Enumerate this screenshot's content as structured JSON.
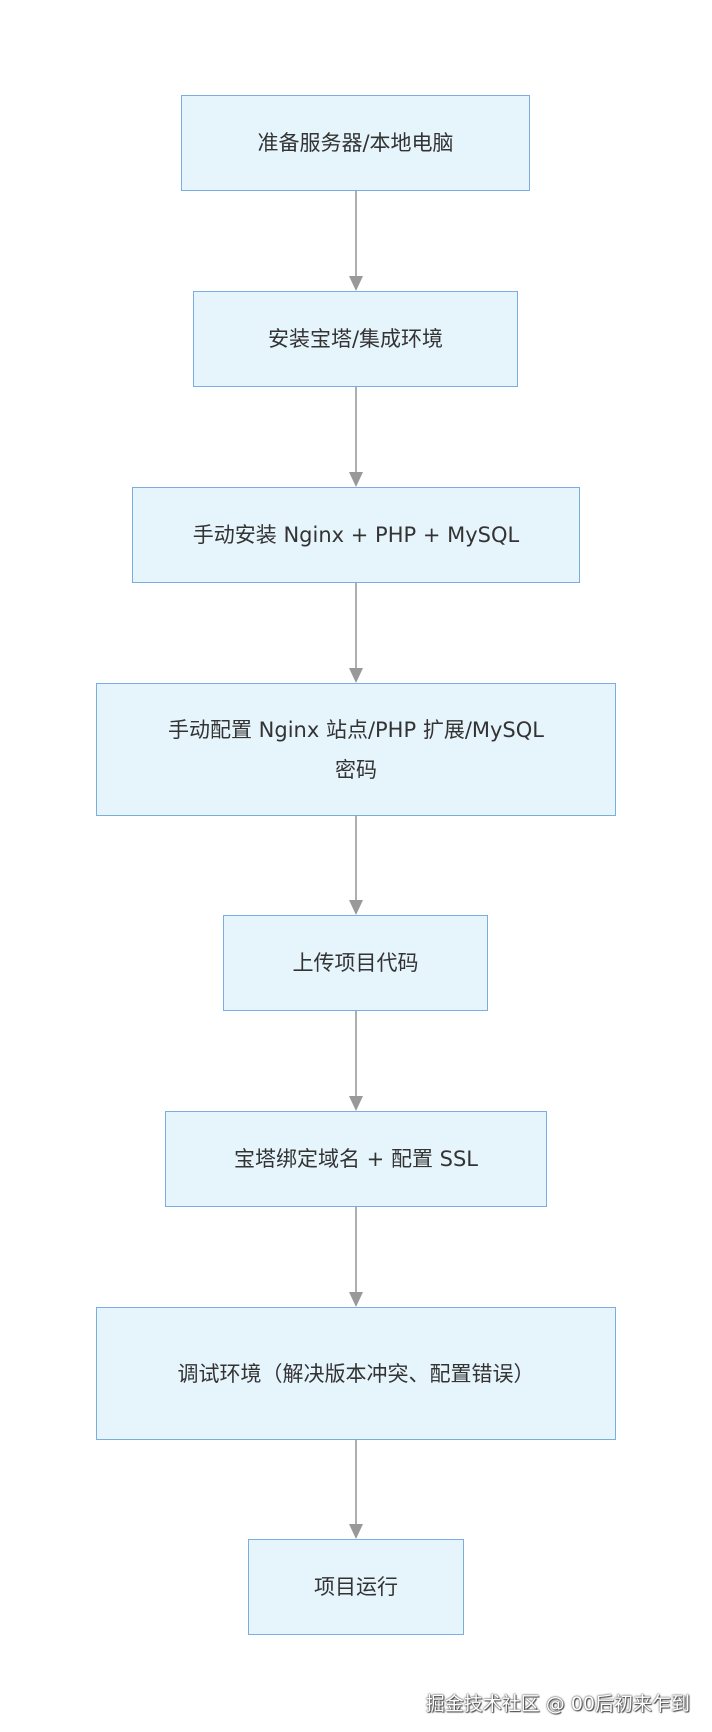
{
  "flowchart": {
    "nodes": [
      {
        "id": "n1",
        "label": "准备服务器/本地电脑"
      },
      {
        "id": "n2",
        "label": "安装宝塔/集成环境"
      },
      {
        "id": "n3",
        "label": "手动安装 Nginx + PHP + MySQL"
      },
      {
        "id": "n4",
        "label": "手动配置 Nginx 站点/PHP 扩展/MySQL 密码"
      },
      {
        "id": "n5",
        "label": "上传项目代码"
      },
      {
        "id": "n6",
        "label": "宝塔绑定域名 + 配置 SSL"
      },
      {
        "id": "n7",
        "label": "调试环境（解决版本冲突、配置错误）"
      },
      {
        "id": "n8",
        "label": "项目运行"
      }
    ],
    "edges": [
      {
        "from": "n1",
        "to": "n2"
      },
      {
        "from": "n2",
        "to": "n3"
      },
      {
        "from": "n3",
        "to": "n4"
      },
      {
        "from": "n4",
        "to": "n5"
      },
      {
        "from": "n5",
        "to": "n6"
      },
      {
        "from": "n6",
        "to": "n7"
      },
      {
        "from": "n7",
        "to": "n8"
      }
    ],
    "colors": {
      "node_fill": "#e6f4fc",
      "node_border": "#7aaee0",
      "edge": "#999999",
      "text": "#333333"
    }
  },
  "watermark": "掘金技术社区 @ 00后初来乍到"
}
